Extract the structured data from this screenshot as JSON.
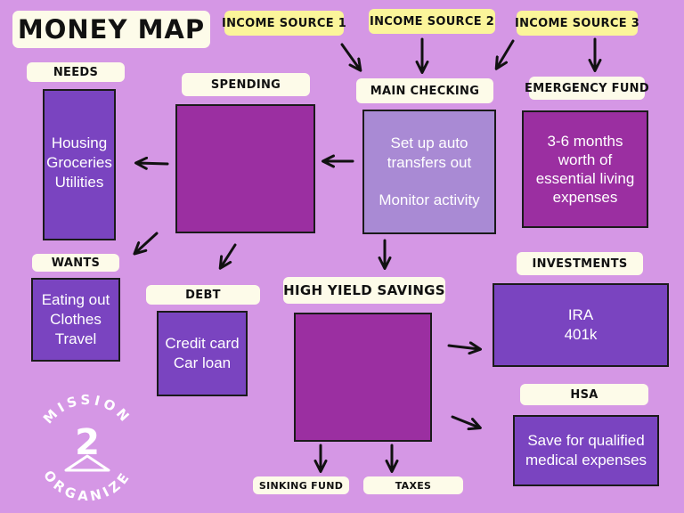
{
  "title": "MONEY MAP",
  "income_sources": [
    "INCOME SOURCE 1",
    "INCOME SOURCE 2",
    "INCOME SOURCE 3"
  ],
  "main_checking": {
    "label": "MAIN CHECKING",
    "lines": [
      "Set up auto",
      "transfers out",
      "Monitor activity"
    ]
  },
  "emergency_fund": {
    "label": "EMERGENCY FUND",
    "lines": [
      "3-6 months",
      "worth of",
      "essential living",
      "expenses"
    ]
  },
  "spending": {
    "label": "SPENDING"
  },
  "needs": {
    "label": "NEEDS",
    "lines": [
      "Housing",
      "Groceries",
      "Utilities"
    ]
  },
  "wants": {
    "label": "WANTS",
    "lines": [
      "Eating out",
      "Clothes",
      "Travel"
    ]
  },
  "debt": {
    "label": "DEBT",
    "lines": [
      "Credit card",
      "Car loan"
    ]
  },
  "high_yield_savings": {
    "label": "HIGH YIELD SAVINGS"
  },
  "investments": {
    "label": "INVESTMENTS",
    "lines": [
      "IRA",
      "401k"
    ]
  },
  "hsa": {
    "label": "HSA",
    "lines": [
      "Save for qualified",
      "medical expenses"
    ]
  },
  "sinking_fund": {
    "label": "SINKING FUND"
  },
  "taxes": {
    "label": "TAXES"
  },
  "logo": {
    "top_text": "MISSION",
    "numeral": "2",
    "bottom_text": "ORGANIZE"
  },
  "colors": {
    "background": "#d597e5",
    "label_bg": "#fdfbe9",
    "income_bg": "#fbf59a",
    "purple_box": "#7a44c0",
    "magenta_box": "#9b2fa1",
    "lavender_box": "#a98ad4"
  }
}
